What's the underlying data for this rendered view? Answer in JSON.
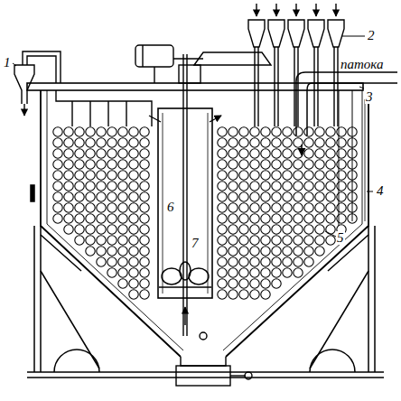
{
  "diagram": {
    "labels": [
      "1",
      "2",
      "3",
      "4",
      "5",
      "6",
      "7",
      "патока"
    ]
  }
}
